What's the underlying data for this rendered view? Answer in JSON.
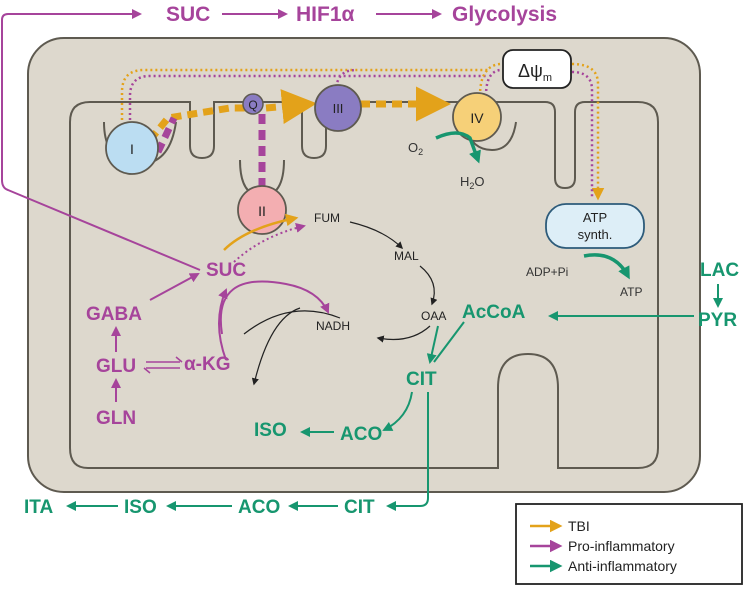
{
  "colors": {
    "tbi": "#E3A21A",
    "pro": "#A6449B",
    "anti": "#17966F",
    "membrane_fill": "#DDD8CD",
    "matrix_fill": "#DDD8CD",
    "outline": "#5E5A50",
    "complex_I": "#BBDDF2",
    "complex_II": "#F3AEB1",
    "complex_III": "#8A7CC2",
    "complex_IV": "#F6D078",
    "q": "#8A7CC2",
    "atp_synth": "#DDEEF7"
  },
  "top_pathway": {
    "suc": "SUC",
    "hif": "HIF1α",
    "glycolysis": "Glycolysis"
  },
  "etc": {
    "complex_I": "I",
    "complex_II": "II",
    "complex_III": "III",
    "complex_IV": "IV",
    "q": "Q",
    "dpsi_main": "Δψ",
    "dpsi_sub": "m",
    "o2_main": "O",
    "o2_sub": "2",
    "h2o_h": "H",
    "h2o_sub": "2",
    "h2o_o": "O",
    "atp_synth_line1": "ATP",
    "atp_synth_line2": "synth.",
    "adp": "ADP+Pi",
    "atp": "ATP"
  },
  "tca": {
    "fum": "FUM",
    "mal": "MAL",
    "oaa": "OAA",
    "nadh": "NADH",
    "suc": "SUC",
    "akg": "α-KG",
    "iso": "ISO",
    "aco": "ACO",
    "cit": "CIT",
    "acoa": "AcCoA"
  },
  "left": {
    "gaba": "GABA",
    "glu": "GLU",
    "gln": "GLN"
  },
  "right": {
    "lac": "LAC",
    "pyr": "PYR"
  },
  "bottom_pathway": {
    "cit": "CIT",
    "aco": "ACO",
    "iso": "ISO",
    "ita": "ITA"
  },
  "legend": {
    "tbi": "TBI",
    "pro": "Pro-inflammatory",
    "anti": "Anti-inflammatory"
  }
}
